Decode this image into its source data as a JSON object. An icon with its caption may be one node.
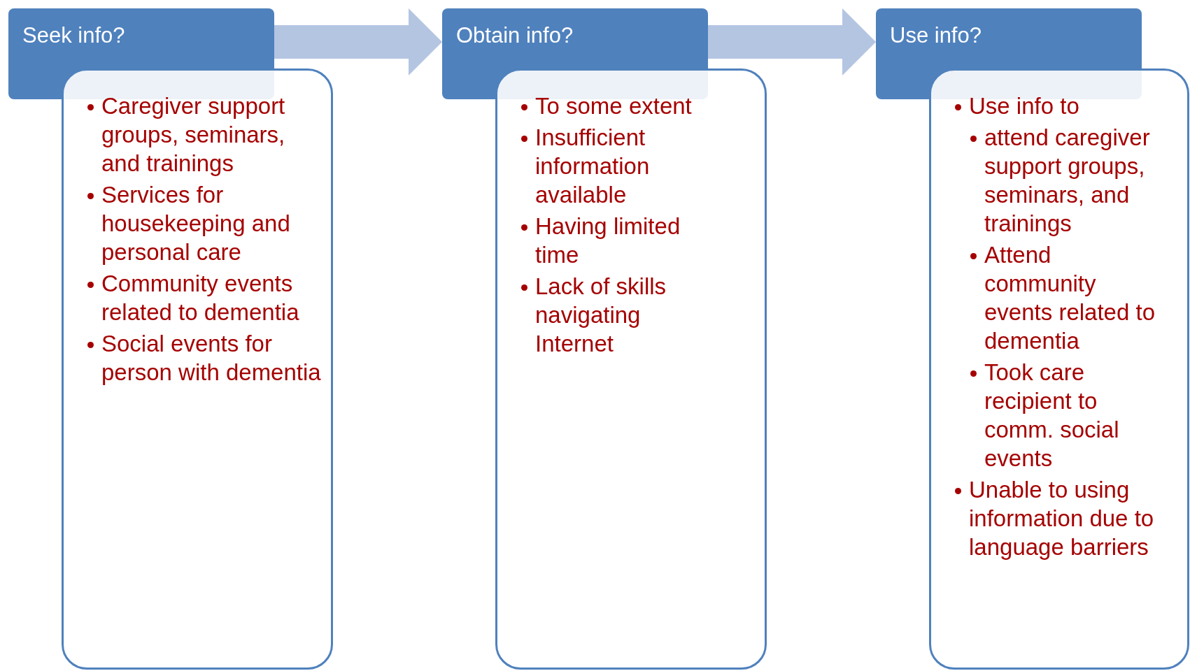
{
  "diagram": {
    "nodes": [
      {
        "text": [
          "Seek info?"
        ]
      },
      {
        "text": [
          "Caregiver support groups, seminars, and trainings",
          "Services for housekeeping and personal care",
          "Community events related to dementia",
          "Social events for person with dementia"
        ]
      },
      {
        "text": [
          "Obtain info?"
        ]
      },
      {
        "text": [
          "To some extent",
          "Insufficient information available",
          "Having limited time",
          "Lack of skills navigating Internet"
        ]
      },
      {
        "text": [
          "Use info?"
        ]
      },
      {
        "text": [
          "Use info to",
          "attend caregiver support groups, seminars, and trainings",
          "Attend community events related to dementia",
          "Took care recipient to comm. social events",
          "Unable to using information due to language barriers"
        ]
      }
    ],
    "edges": [
      {
        "from": 0,
        "to": 2,
        "arrow": "to"
      },
      {
        "from": 2,
        "to": 4,
        "arrow": "to"
      }
    ]
  }
}
